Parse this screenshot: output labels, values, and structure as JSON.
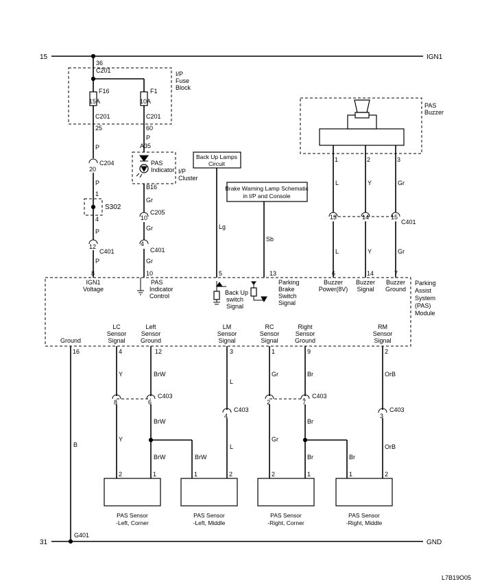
{
  "rails": {
    "left_top": "15",
    "right_top": "IGN1",
    "left_bottom": "31",
    "right_bottom": "GND"
  },
  "fuse_block": {
    "label": [
      "I/P",
      "Fuse",
      "Block"
    ],
    "pin_top": "36",
    "connector_top": "C201",
    "fuse1": {
      "name": "F16",
      "rating": "15A",
      "connector": "C201",
      "pin": "25",
      "wire": "P"
    },
    "fuse2": {
      "name": "F1",
      "rating": "10A",
      "connector": "C201",
      "pin": "60",
      "wire": "P"
    }
  },
  "left_chain": {
    "c204": {
      "pin": "20",
      "name": "C204"
    },
    "wire2": "P",
    "s302": {
      "pin_top": "1",
      "pin_bottom": "4",
      "name": "S302"
    },
    "wire3": "P",
    "c401": {
      "pin": "12",
      "name": "C401"
    },
    "wire4": "P"
  },
  "cluster": {
    "pin_top": "A35",
    "indicator": [
      "PAS",
      "Indicator"
    ],
    "label": [
      "I/P",
      "Cluster"
    ],
    "pin_bottom": "B16",
    "wire1": "Gr",
    "c205": {
      "pin": "10",
      "name": "C205"
    },
    "wire2": "Gr",
    "c401": {
      "pin": "4",
      "name": "C401"
    },
    "wire3": "Gr"
  },
  "backup": {
    "box": [
      "Back Up Lamps",
      "Circuit"
    ],
    "wire": "Lg"
  },
  "brake": {
    "box": [
      "Brake Warning Lamp Schematic",
      "in I/P and Console"
    ],
    "wire": "Sb"
  },
  "buzzer": {
    "label": [
      "PAS",
      "Buzzer"
    ],
    "pins": [
      "1",
      "2",
      "3"
    ],
    "wires": [
      "L",
      "Y",
      "Gr"
    ],
    "c401_pins": [
      "13",
      "14",
      "15"
    ],
    "c401_name": "C401",
    "wires2": [
      "L",
      "Y",
      "Gr"
    ]
  },
  "module": {
    "label": [
      "Parking",
      "Assist",
      "System",
      "(PAS)",
      "Module"
    ],
    "top_pins": [
      "8",
      "10",
      "5",
      "13",
      "6",
      "14",
      "7"
    ],
    "ign1": [
      "IGN1",
      "Voltage"
    ],
    "pas_ind": [
      "PAS",
      "Indicator",
      "Control"
    ],
    "backup_sig": [
      "Back Up",
      "switch",
      "Signal"
    ],
    "brake_sig": [
      "Parking",
      "Brake",
      "Switch",
      "Signal"
    ],
    "buzzer_power": [
      "Buzzer",
      "Power(8V)"
    ],
    "buzzer_signal": [
      "Buzzer",
      "Signal"
    ],
    "buzzer_ground": [
      "Buzzer",
      "Ground"
    ],
    "ground": "Ground",
    "lc": [
      "LC",
      "Sensor",
      "Signal"
    ],
    "left_ground": [
      "Left",
      "Sensor",
      "Ground"
    ],
    "lm": [
      "LM",
      "Sensor",
      "Signal"
    ],
    "rc": [
      "RC",
      "Sensor",
      "Signal"
    ],
    "right_ground": [
      "Right",
      "Sensor",
      "Ground"
    ],
    "rm": [
      "RM",
      "Sensor",
      "Signal"
    ],
    "bottom_pins": [
      "16",
      "4",
      "12",
      "3",
      "1",
      "9",
      "2"
    ]
  },
  "sensor_wires": {
    "ground_wire": "B",
    "lc": "Y",
    "left_gnd": "BrW",
    "lm": "L",
    "rc": "Gr",
    "right_gnd": "Br",
    "rm": "OrB",
    "c403_name": "C403",
    "c403_pins": [
      "8",
      "6",
      "4",
      "2",
      "7",
      "3"
    ],
    "lc2": "Y",
    "left_gnd2": "BrW",
    "branch_left": "BrW",
    "lm2": "L",
    "rc2": "Gr",
    "right_gnd2": "Br",
    "branch_right": "Br",
    "rm2": "OrB"
  },
  "sensors": [
    {
      "pins": [
        "2",
        "1"
      ],
      "name": [
        "PAS Sensor",
        "-Left, Corner"
      ]
    },
    {
      "pins": [
        "1",
        "2"
      ],
      "name": [
        "PAS Sensor",
        "-Left, Middle"
      ]
    },
    {
      "pins": [
        "2",
        "1"
      ],
      "name": [
        "PAS Sensor",
        "-Right, Corner"
      ]
    },
    {
      "pins": [
        "1",
        "2"
      ],
      "name": [
        "PAS Sensor",
        "-Right, Middle"
      ]
    }
  ],
  "ground_point": "G401",
  "figure_code": "L7B19O05"
}
